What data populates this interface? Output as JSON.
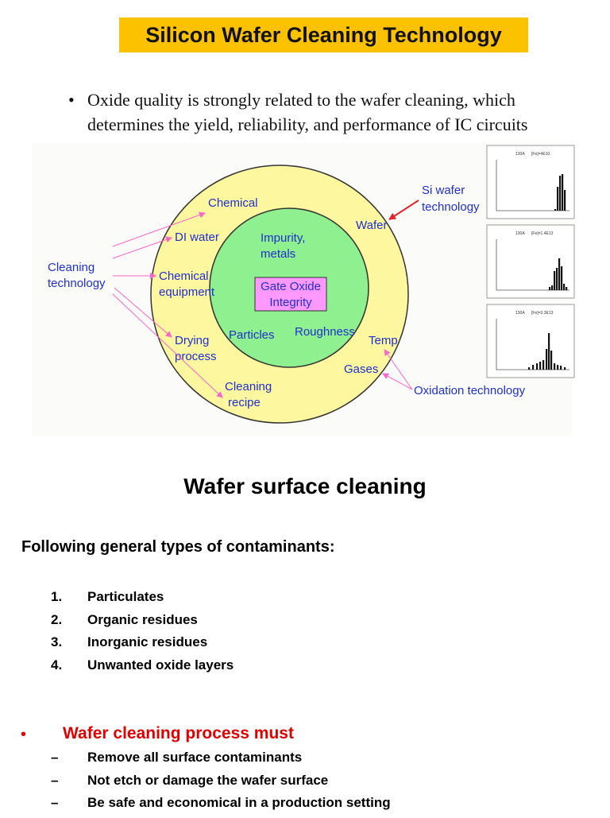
{
  "title": "Silicon Wafer Cleaning Technology",
  "intro": {
    "bullet": "•",
    "text": "Oxide quality is strongly related to the wafer cleaning, which determines the yield, reliability, and performance of IC circuits"
  },
  "diagram": {
    "center": [
      "Gate Oxide",
      "Integrity"
    ],
    "inner_items": [
      [
        "Impurity,",
        "metals"
      ],
      [
        "Particles"
      ],
      [
        "Roughness"
      ]
    ],
    "outer_items": [
      [
        "Chemical"
      ],
      [
        "DI water"
      ],
      [
        "Chemical",
        "equipment"
      ],
      [
        "Drying",
        "process"
      ],
      [
        "Cleaning",
        "recipe"
      ],
      [
        "Wafer"
      ],
      [
        "Temp"
      ],
      [
        "Gases"
      ]
    ],
    "external_labels": {
      "cleaning": [
        "Cleaning",
        "technology"
      ],
      "si_wafer": [
        "Si wafer",
        "technology"
      ],
      "oxidation": [
        "Oxidation technology"
      ]
    },
    "thumb_titles": [
      [
        "130A",
        "[Fe]=4E10"
      ],
      [
        "130A",
        "[Fe]=1.4E13"
      ],
      [
        "130A",
        "[Fe]=3.3E13"
      ]
    ],
    "colors": {
      "outer_ring": "#fdf7a0",
      "inner_circle": "#8ef08e",
      "center_box": "#ff99ff",
      "label_blue": "#1f2fcf",
      "arrow_pink": "#ff66cc",
      "arrow_red": "#e8202a"
    }
  },
  "section": {
    "heading": "Wafer surface cleaning",
    "subheading": "Following  general types of contaminants:",
    "contaminants": [
      {
        "num": "1.",
        "text": "Particulates"
      },
      {
        "num": "2.",
        "text": "Organic residues"
      },
      {
        "num": "3.",
        "text": "Inorganic residues"
      },
      {
        "num": "4.",
        "text": "Unwanted oxide layers"
      }
    ],
    "requirement_bullet": "•",
    "requirement_heading": "Wafer cleaning process must",
    "requirements": [
      {
        "dash": "–",
        "text": "Remove all surface contaminants"
      },
      {
        "dash": "–",
        "text": "Not etch or damage the wafer surface"
      },
      {
        "dash": "–",
        "text": "Be safe and economical in a production setting"
      }
    ]
  }
}
